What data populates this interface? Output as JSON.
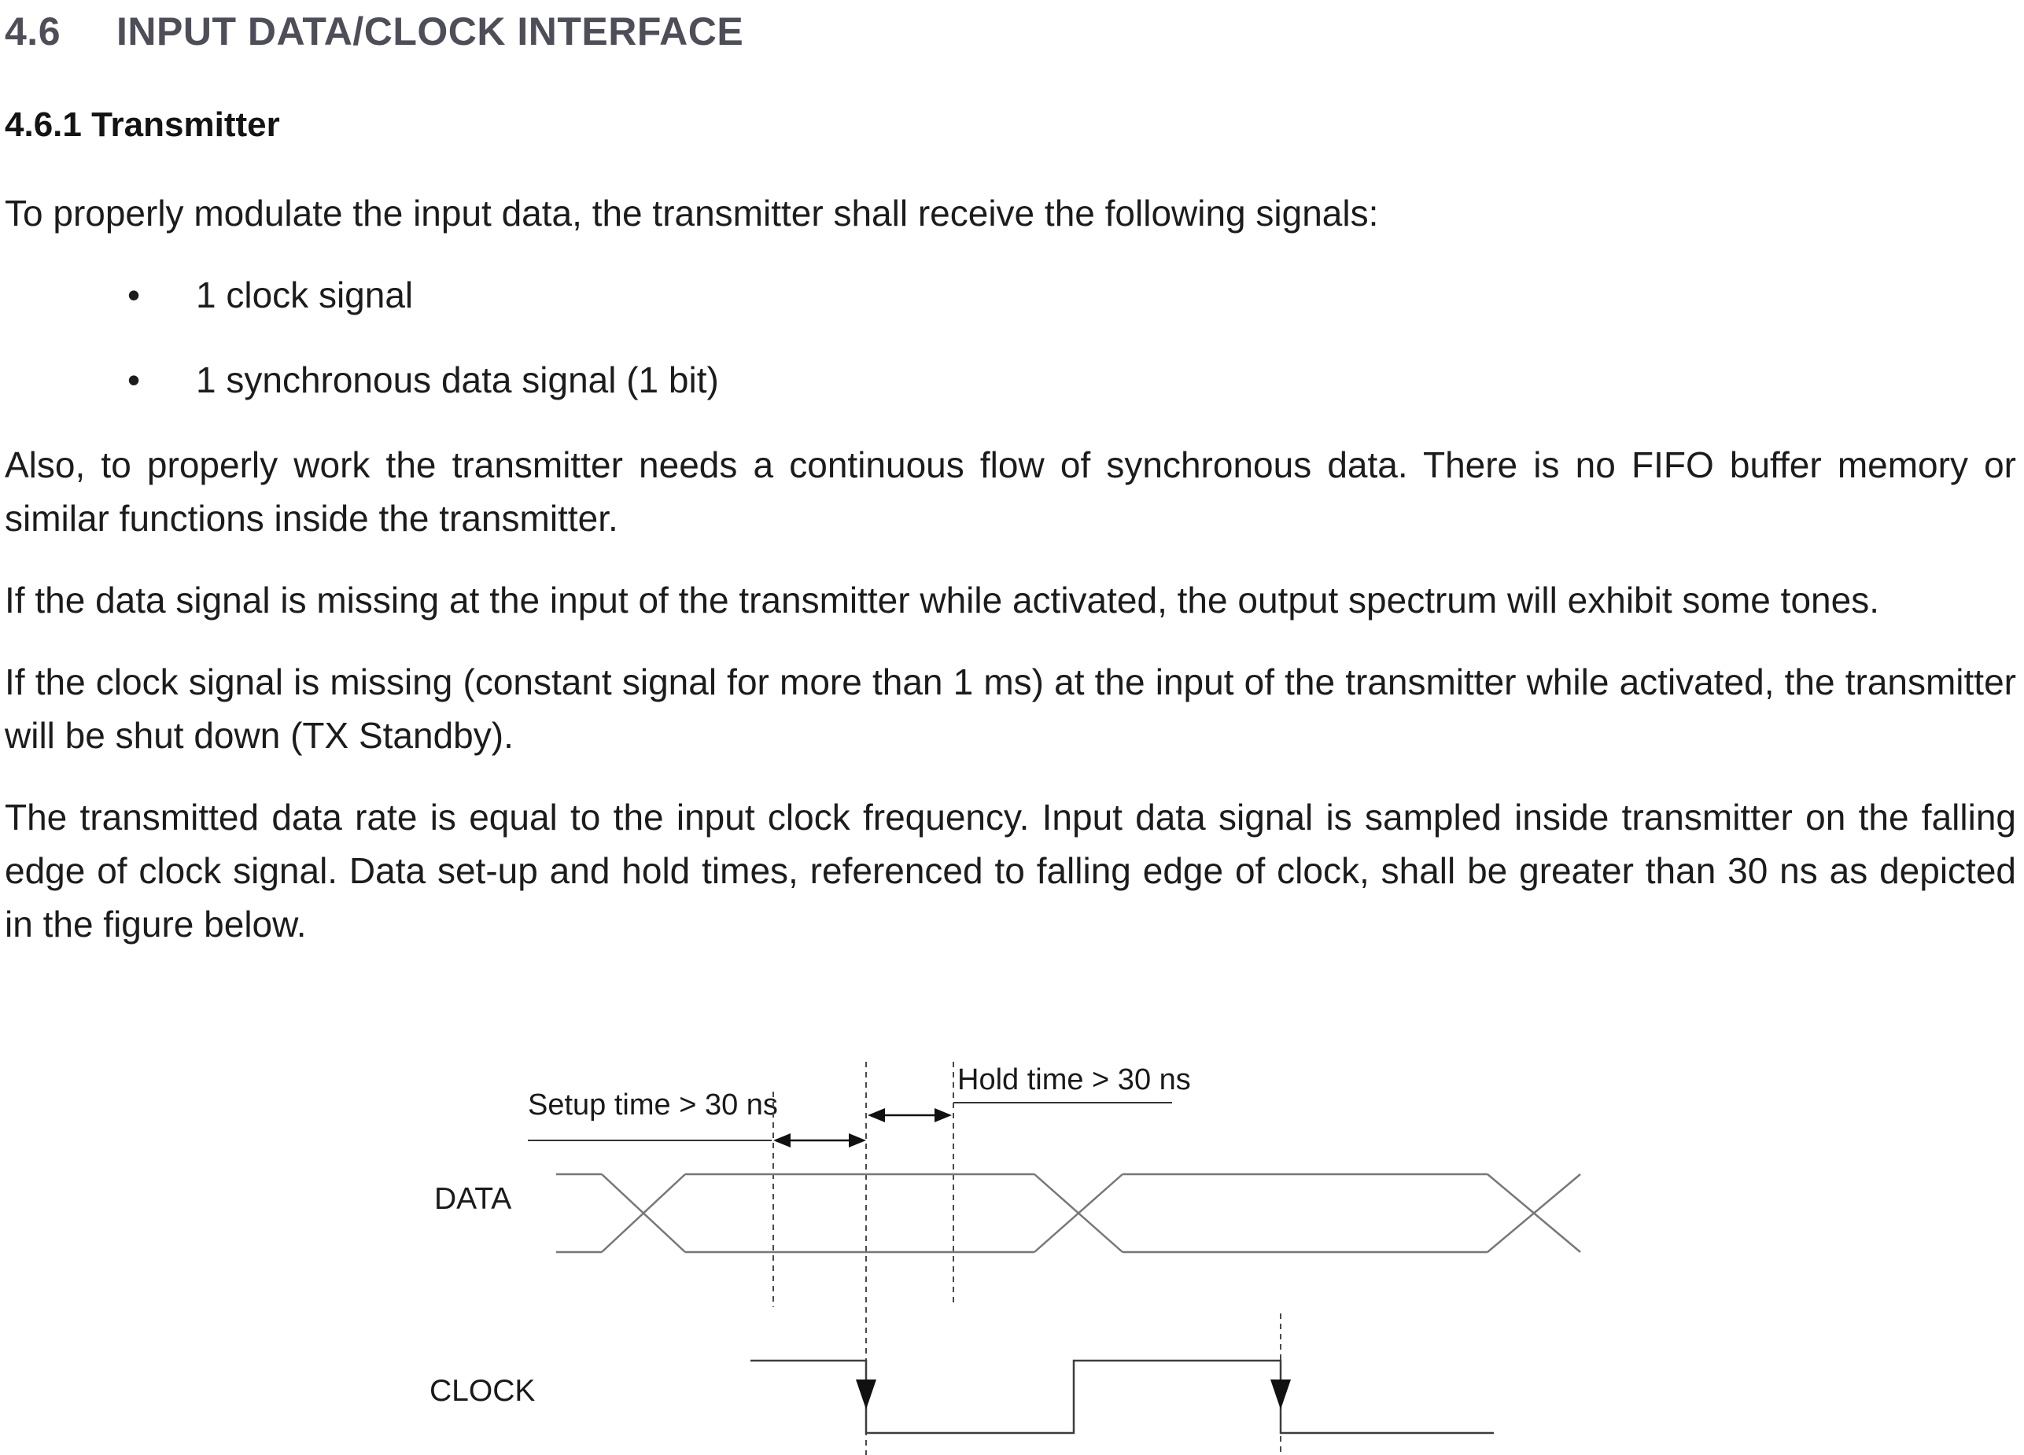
{
  "heading": {
    "number": "4.6",
    "title": "INPUT DATA/CLOCK INTERFACE"
  },
  "subheading": "4.6.1 Transmitter",
  "paragraphs": {
    "intro": "To properly modulate the input data, the transmitter shall receive the following signals:",
    "continuous_flow": "Also, to properly work the transmitter needs a continuous flow of synchronous data. There is no FIFO buffer memory or similar functions inside the transmitter.",
    "missing_data": "If the data signal is missing at the input of the transmitter while activated, the output spectrum will exhibit some tones.",
    "missing_clock": "If the clock signal is missing (constant signal for more than 1 ms) at the input of the transmitter while activated, the transmitter will be shut down (TX Standby).",
    "data_rate": "The transmitted data rate is equal to the input clock frequency. Input data signal is sampled inside transmitter on the falling edge of clock signal. Data set-up and hold times, referenced to falling edge of clock, shall be greater than 30 ns as depicted in the figure below."
  },
  "bullets": [
    "1 clock signal",
    "1 synchronous data signal (1 bit)"
  ],
  "bullet_glyph": "•",
  "figure": {
    "setup_label": "Setup time > 30 ns",
    "hold_label": "Hold time > 30 ns",
    "data_label": "DATA",
    "clock_label": "CLOCK"
  },
  "colors": {
    "heading": "#4e4e59",
    "body_text": "#1c1c1c",
    "data_wave": "#777777",
    "clock_wave": "#3d3d3d",
    "dashed_guides": "#4a4a4a"
  }
}
